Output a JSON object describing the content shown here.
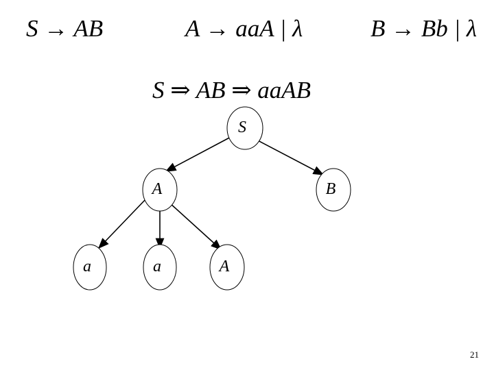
{
  "productions": [
    {
      "lhs": "S",
      "rhs": "AB"
    },
    {
      "lhs": "A",
      "rhs": "aaA | λ"
    },
    {
      "lhs": "B",
      "rhs": "Bb | λ"
    }
  ],
  "derivation": "S ⇒ AB ⇒ aaAB",
  "tree": {
    "nodes": [
      {
        "id": "S",
        "label": "S"
      },
      {
        "id": "A",
        "label": "A"
      },
      {
        "id": "B",
        "label": "B"
      },
      {
        "id": "a1",
        "label": "a"
      },
      {
        "id": "a2",
        "label": "a"
      },
      {
        "id": "A2",
        "label": "A"
      }
    ],
    "edges": [
      {
        "from": "S",
        "to": "A"
      },
      {
        "from": "S",
        "to": "B"
      },
      {
        "from": "A",
        "to": "a1"
      },
      {
        "from": "A",
        "to": "a2"
      },
      {
        "from": "A",
        "to": "A2"
      }
    ]
  },
  "page_number": "21"
}
